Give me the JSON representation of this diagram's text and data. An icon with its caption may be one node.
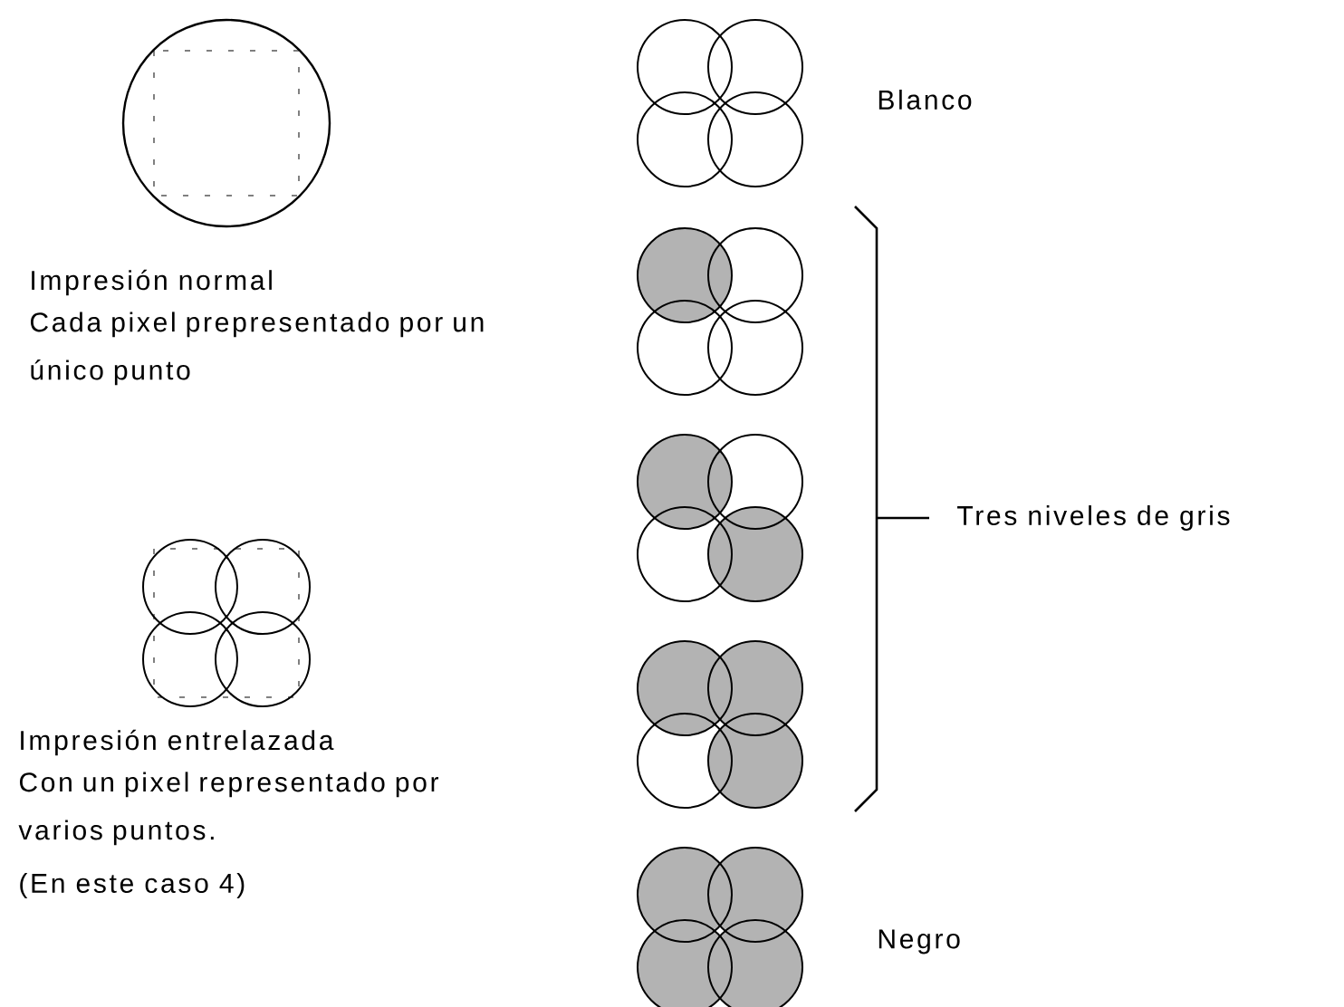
{
  "diagram": {
    "labels": [
      "Blanco",
      "Impresión normal",
      "Cada pixel prepresentado por un único punto",
      "Tres niveles de gris",
      "Impresión entrelazada",
      "Con un pixel representado por varios puntos.",
      "(En este caso 4)",
      "Negro"
    ]
  }
}
